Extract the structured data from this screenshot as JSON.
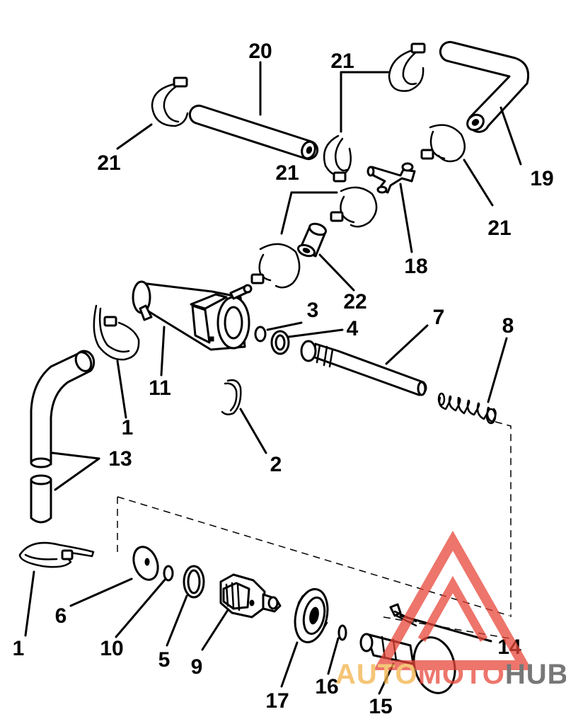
{
  "callouts": {
    "n1_top": "1",
    "n1_bottom": "1",
    "n2": "2",
    "n3": "3",
    "n4": "4",
    "n5": "5",
    "n6": "6",
    "n7": "7",
    "n8": "8",
    "n9": "9",
    "n10": "10",
    "n11": "11",
    "n13": "13",
    "n14": "14",
    "n15": "15",
    "n16": "16",
    "n17": "17",
    "n18": "18",
    "n19": "19",
    "n20": "20",
    "n21_top": "21",
    "n21_left": "21",
    "n21_mid": "21",
    "n21_right": "21",
    "n22": "22"
  },
  "watermark": {
    "part1": "AUTO",
    "part2": "MOTO",
    "part3": "HUB",
    "colors": {
      "accent": "#e8473a",
      "light": "#f2b24a",
      "dark": "#4a4a4a"
    }
  }
}
